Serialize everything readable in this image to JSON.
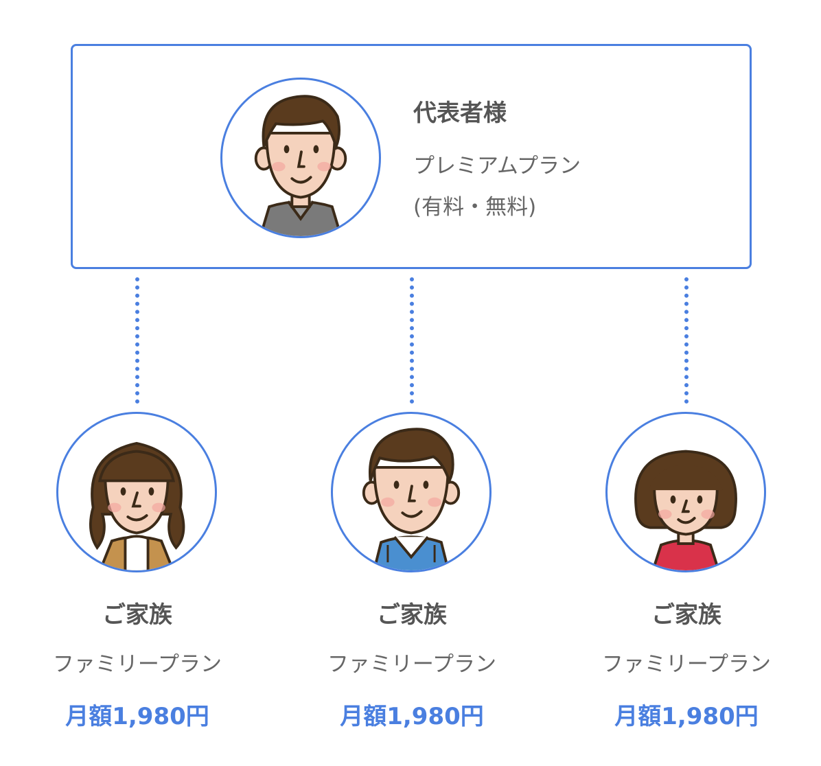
{
  "representative": {
    "title": "代表者様",
    "plan_line1": "プレミアムプラン",
    "plan_line2": "(有料・無料)",
    "avatar_icon": "man-avatar-icon"
  },
  "members": [
    {
      "label": "ご家族",
      "plan": "ファミリープラン",
      "price": "月額1,980円",
      "avatar_icon": "woman-avatar-icon"
    },
    {
      "label": "ご家族",
      "plan": "ファミリープラン",
      "price": "月額1,980円",
      "avatar_icon": "boy-avatar-icon"
    },
    {
      "label": "ご家族",
      "plan": "ファミリープラン",
      "price": "月額1,980円",
      "avatar_icon": "girl-avatar-icon"
    }
  ],
  "colors": {
    "accent": "#4a7fe0",
    "hair": "#5a3b1e",
    "skin": "#f5d2bd",
    "text": "#555555"
  }
}
